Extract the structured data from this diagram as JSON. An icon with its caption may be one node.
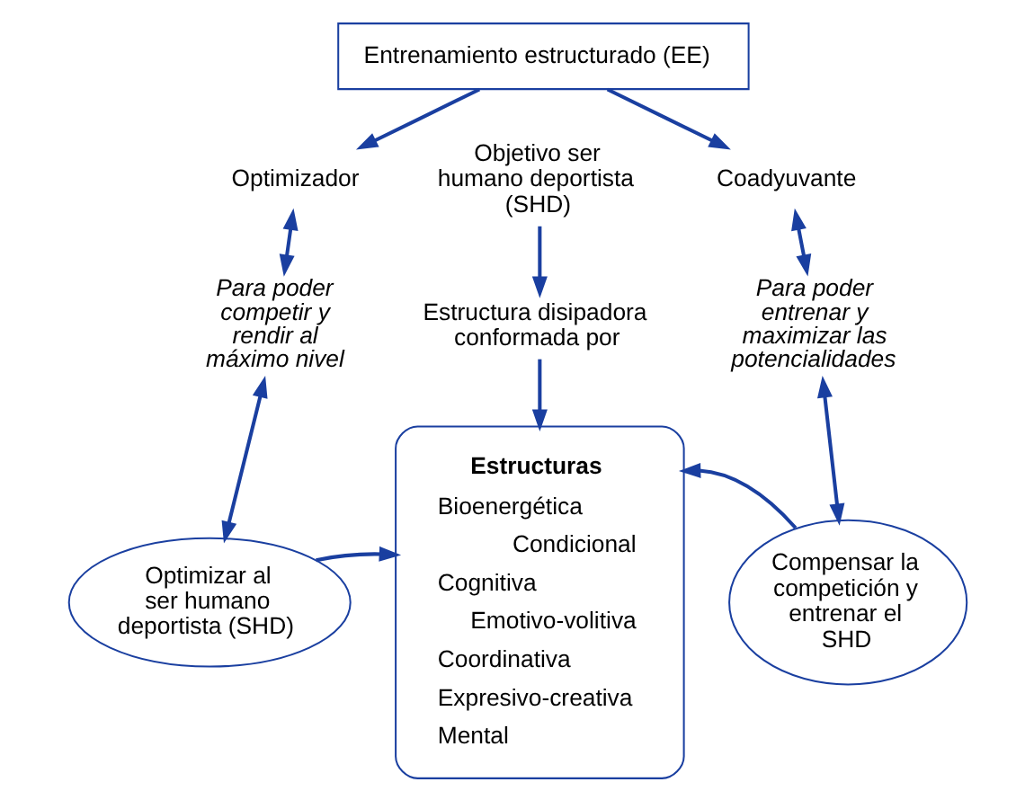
{
  "diagram": {
    "nodes": [
      {
        "text": [
          "Entrenamiento estructurado (EE)"
        ]
      },
      {
        "text": [
          "Optimizador"
        ]
      },
      {
        "text": [
          "Objetivo ser humano deportista (SHD)"
        ]
      },
      {
        "text": [
          "Coadyuvante"
        ]
      },
      {
        "text": [
          "Para poder competir y rendir al máximo nivel"
        ]
      },
      {
        "text": [
          "Estructura disipadora conformada por"
        ]
      },
      {
        "text": [
          "Para poder entrenar y maximizar las potencialidades"
        ]
      },
      {
        "text": [
          "Optimizar al ser humano deportista (SHD)"
        ]
      },
      {
        "text": [
          "Estructuras",
          "Bioenergética",
          "Condicional",
          "Cognitiva",
          "Emotivo-volitiva",
          "Coordinativa",
          "Expresivo-creativa",
          "Mental"
        ]
      },
      {
        "text": [
          "Compensar la competición y entrenar el SHD"
        ]
      }
    ],
    "edges": [
      {
        "from": 0,
        "to": 1,
        "arrow": "to"
      },
      {
        "from": 0,
        "to": 3,
        "arrow": "to"
      },
      {
        "from": 2,
        "to": 5,
        "arrow": "to"
      },
      {
        "from": 1,
        "to": 4,
        "arrow": "both"
      },
      {
        "from": 3,
        "to": 6,
        "arrow": "both"
      },
      {
        "from": 5,
        "to": 8,
        "arrow": "to"
      },
      {
        "from": 4,
        "to": 7,
        "arrow": "both"
      },
      {
        "from": 6,
        "to": 9,
        "arrow": "both"
      },
      {
        "from": 7,
        "to": 8,
        "arrow": "to"
      },
      {
        "from": 9,
        "to": 8,
        "arrow": "to"
      }
    ]
  }
}
